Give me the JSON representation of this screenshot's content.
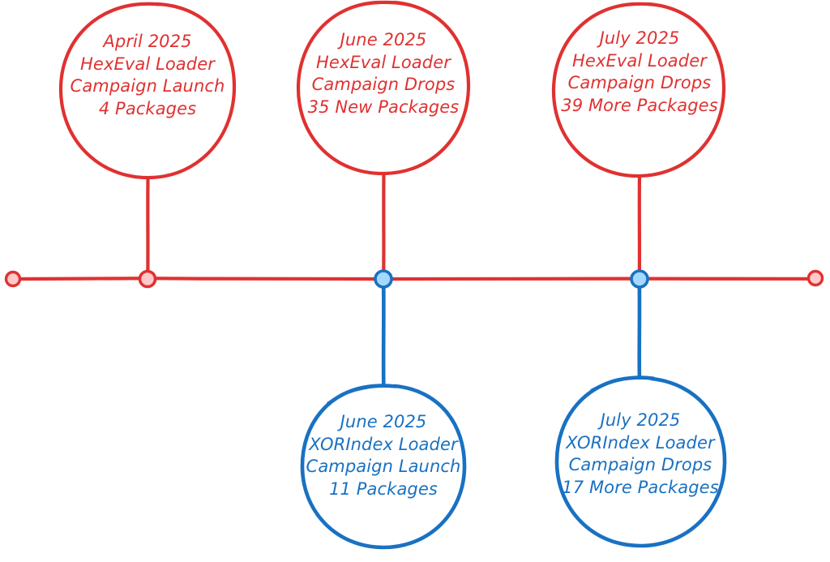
{
  "diagram": {
    "type": "timeline",
    "title": "",
    "colors": {
      "red_stroke": "#e03131",
      "red_fill": "#ffc9c9",
      "blue_stroke": "#1971c2",
      "blue_fill": "#a5d8ff",
      "background": "#ffffff"
    },
    "axis": {
      "orientation": "horizontal",
      "color": "#e03131",
      "start_cap": "circle",
      "end_cap": "circle"
    },
    "events": [
      {
        "id": "april-2025-hexeval",
        "side": "above",
        "color": "red",
        "date": "April 2025",
        "loader": "HexEval Loader",
        "action": "Campaign Launch",
        "packages": "4 Packages",
        "lines": [
          "April 2025",
          "HexEval Loader",
          "Campaign Launch",
          "4 Packages"
        ]
      },
      {
        "id": "june-2025-hexeval",
        "side": "above",
        "color": "red",
        "date": "June 2025",
        "loader": "HexEval Loader",
        "action": "Campaign Drops",
        "packages": "35 New Packages",
        "lines": [
          "June 2025",
          "HexEval Loader",
          "Campaign Drops",
          "35 New Packages"
        ]
      },
      {
        "id": "july-2025-hexeval",
        "side": "above",
        "color": "red",
        "date": "July 2025",
        "loader": "HexEval Loader",
        "action": "Campaign Drops",
        "packages": "39 More Packages",
        "lines": [
          "July 2025",
          "HexEval Loader",
          "Campaign Drops",
          "39 More Packages"
        ]
      },
      {
        "id": "june-2025-xorindex",
        "side": "below",
        "color": "blue",
        "date": "June 2025",
        "loader": "XORIndex Loader",
        "action": "Campaign Launch",
        "packages": "11 Packages",
        "lines": [
          "June 2025",
          "XORIndex Loader",
          "Campaign Launch",
          "11 Packages"
        ]
      },
      {
        "id": "july-2025-xorindex",
        "side": "below",
        "color": "blue",
        "date": "July 2025",
        "loader": "XORIndex Loader",
        "action": "Campaign Drops",
        "packages": "17 More Packages",
        "lines": [
          "July 2025",
          "XORIndex Loader",
          "Campaign Drops",
          "17 More Packages"
        ]
      }
    ]
  }
}
